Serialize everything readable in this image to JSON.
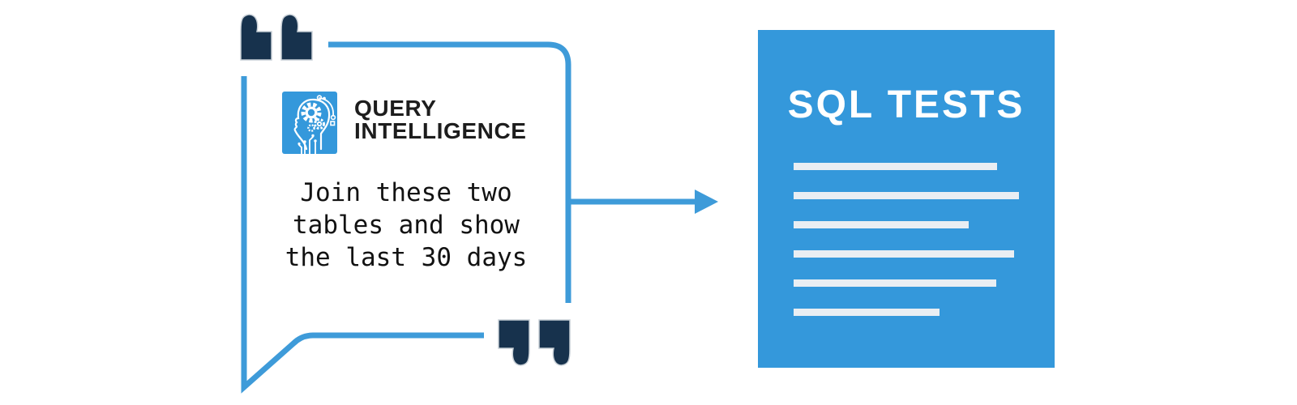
{
  "colors": {
    "line_blue": "#3E9BD9",
    "panel_blue": "#3498DB",
    "quote_navy": "#17324D",
    "quote_edge": "#C7CFD6",
    "doc_line": "#E9EEF3",
    "text_dark": "#1D1D1D"
  },
  "bubble": {
    "brand": {
      "line1": "QUERY",
      "line2": "INTELLIGENCE"
    },
    "message": {
      "line1": "Join these two",
      "line2": "tables and show",
      "line3": "the last 30 days"
    }
  },
  "arrow": {
    "direction": "right"
  },
  "document": {
    "title": "SQL TESTS",
    "line_widths": [
      251,
      278,
      216,
      272,
      250,
      180
    ]
  },
  "icons": {
    "logo": "query-intelligence-brain-gears-icon",
    "opening_quotes": "opening-double-quotes",
    "closing_quotes": "closing-double-quotes",
    "arrow": "right-arrow"
  }
}
